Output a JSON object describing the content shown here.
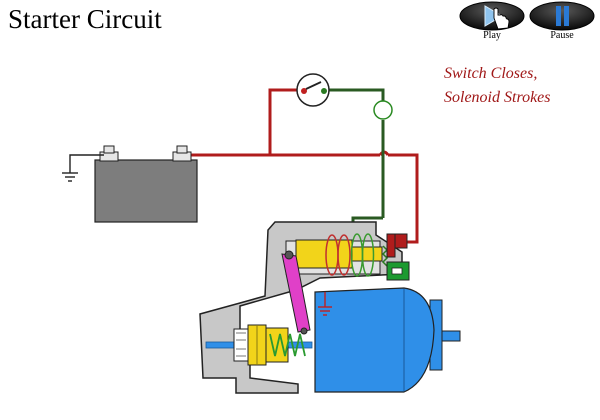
{
  "title": "Starter Circuit",
  "caption": {
    "line1": "Switch Closes,",
    "line2": "Solenoid Strokes"
  },
  "controls": {
    "play_label": "Play",
    "pause_label": "Pause"
  },
  "colors": {
    "battery_positive_wire": "#b01c1c",
    "ignition_wire": "#2a5a22",
    "motor": "#2f8fe8",
    "solenoid_plunger": "#f2d41a",
    "shift_lever": "#e040c8",
    "housing": "#c8c8c8",
    "battery": "#7d7d7d"
  }
}
